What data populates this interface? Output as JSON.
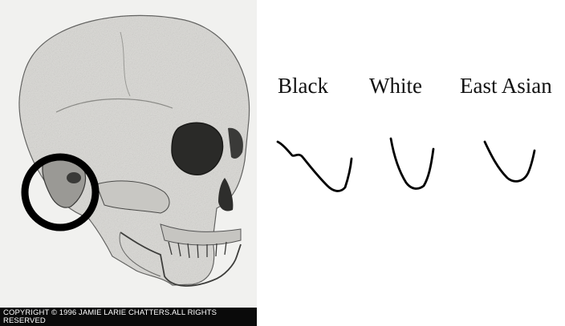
{
  "figure": {
    "copyright": "COPYRIGHT © 1996 JAMIE LARIE CHATTERS.ALL RIGHTS RESERVED",
    "highlight_color": "#000000"
  },
  "categories": [
    {
      "label": "Black",
      "curve": "concave-outline"
    },
    {
      "label": "White",
      "curve": "u-outline"
    },
    {
      "label": "East Asian",
      "curve": "smooth-u-outline"
    }
  ]
}
